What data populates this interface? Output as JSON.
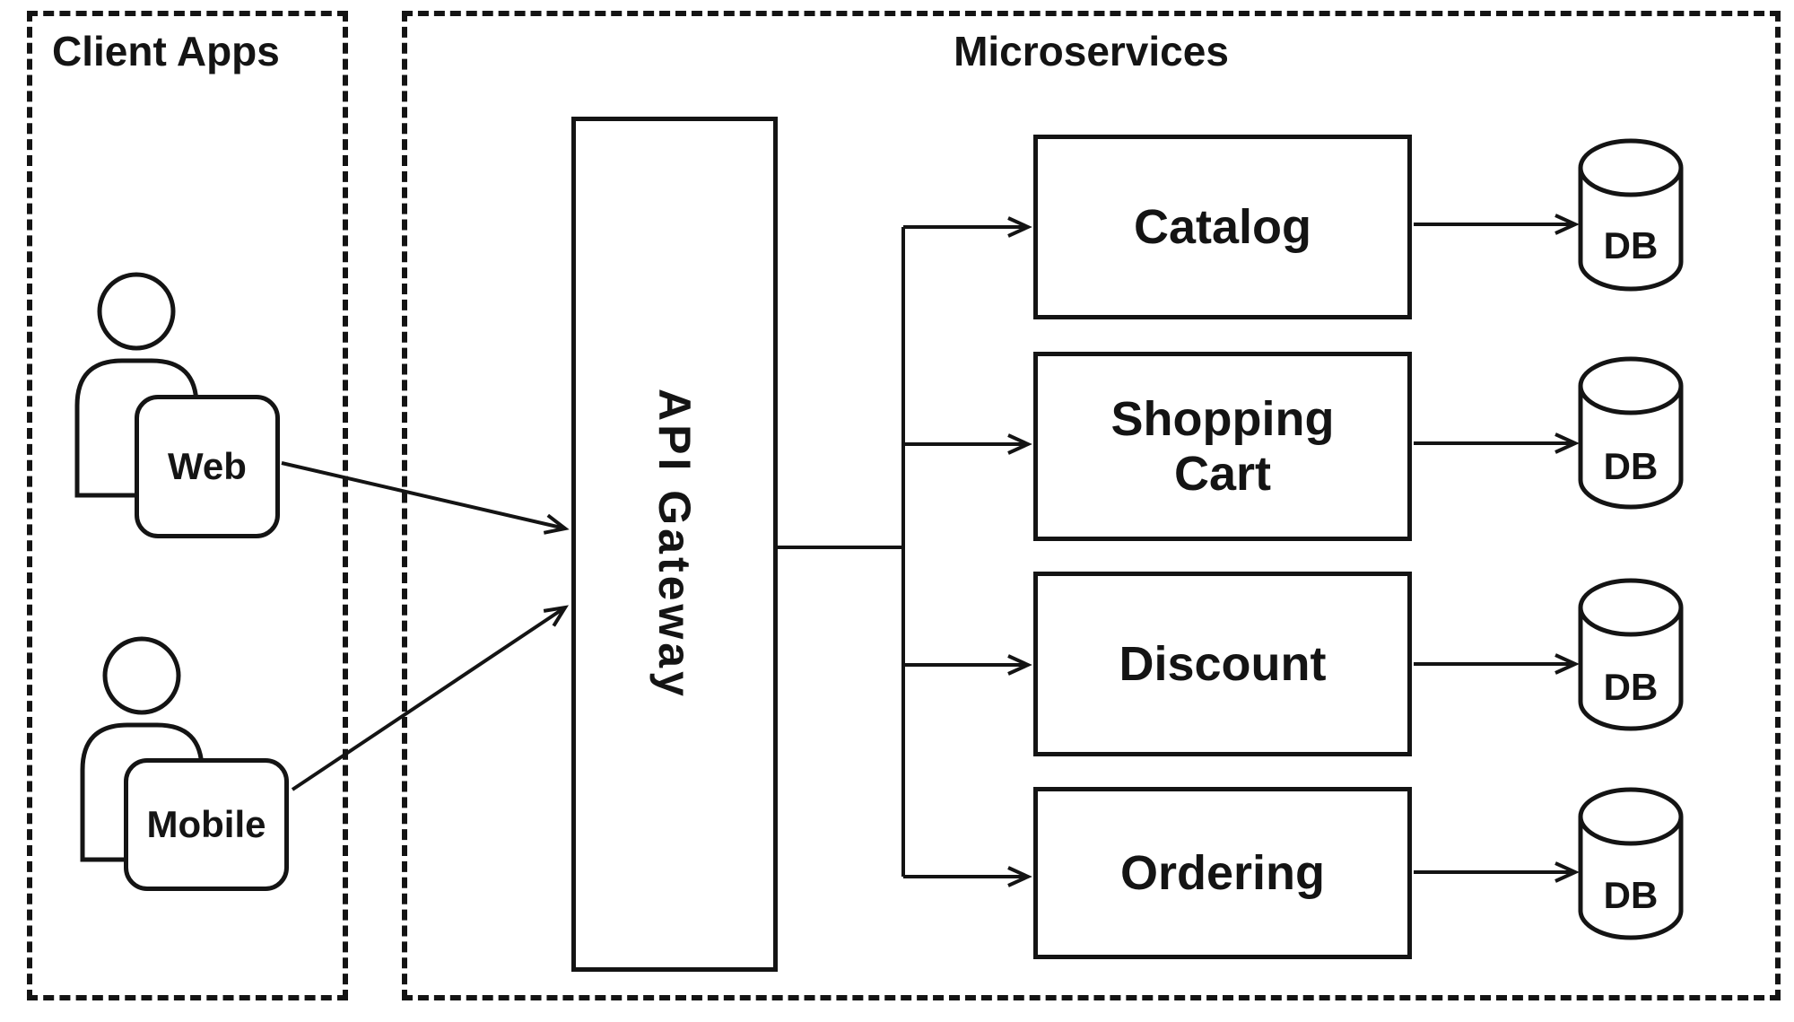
{
  "client_apps": {
    "title": "Client Apps",
    "clients": [
      {
        "label": "Web"
      },
      {
        "label": "Mobile"
      }
    ]
  },
  "microservices": {
    "title": "Microservices",
    "api_gateway": {
      "label": "API Gateway"
    },
    "services": [
      {
        "name": "Catalog",
        "db_label": "DB"
      },
      {
        "name": "Shopping Cart",
        "db_label": "DB"
      },
      {
        "name": "Discount",
        "db_label": "DB"
      },
      {
        "name": "Ordering",
        "db_label": "DB"
      }
    ]
  },
  "icons": {
    "user_icon": "person-silhouette-shape",
    "database_icon": "cylinder-shape",
    "arrowhead": "open-v-arrowhead"
  },
  "colors": {
    "stroke": "#141414",
    "background": "#ffffff"
  }
}
